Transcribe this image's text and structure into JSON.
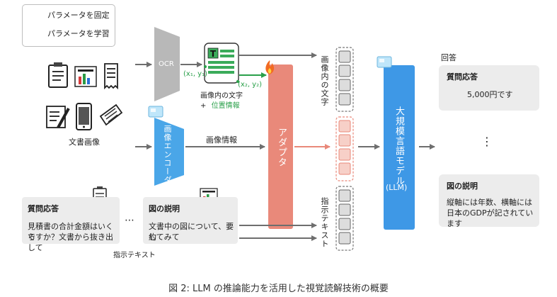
{
  "legend": {
    "frozen_label": "パラメータを固定",
    "trained_label": "パラメータを学習"
  },
  "inputs": {
    "document_images_label": "文書画像"
  },
  "ocr": {
    "label": "OCR",
    "coord1": "(x₁, y₁)",
    "coord2": "(x₂, y₂)",
    "text_label": "画像内の文字",
    "plus": "+",
    "position_label": "位置情報"
  },
  "image_encoder": {
    "label": "画像エンコーダ",
    "output_label": "画像情報"
  },
  "adapter": {
    "label": "アダプタ"
  },
  "token_labels": {
    "image_text": "画像内の文字",
    "instruction_text": "指示テキスト"
  },
  "llm": {
    "label": "大規模言語モデル",
    "abbr": "(LLM)"
  },
  "answers": {
    "header": "回答",
    "qa_title": "質問応答",
    "qa_answer": "5,000円です",
    "ellipsis": "⋮",
    "fig_title": "図の説明",
    "fig_answer_line1": "縦軸には年数、横軸には",
    "fig_answer_line2": "日本のGDPが記されています"
  },
  "prompts": {
    "qa_title": "質問応答",
    "qa_line1": "見積書の合計金額はいくら",
    "qa_line2": "ですか？文書から抜き出して",
    "ellipsis": "⋯",
    "fig_title": "図の説明",
    "fig_line1": "文書中の図について、要約",
    "fig_line2": "してみて",
    "bottom_label": "指示テキスト"
  },
  "caption": "図 2: LLM の推論能力を活用した視覚読解技術の概要",
  "colors": {
    "ocr_gray": "#b8b8b8",
    "encoder_blue": "#4aa6e8",
    "adapter_salmon": "#e9897a",
    "llm_blue": "#3e98e6",
    "arrow_gray": "#6e6e6e",
    "position_green": "#2aa04a",
    "bubble_gray": "#ececec"
  },
  "icons": [
    "ice-cube-icon",
    "flame-icon",
    "clipboard-icon",
    "bar-chart-icon",
    "receipt-icon",
    "pen-document-icon",
    "smartphone-icon",
    "newspaper-icon",
    "ocr-text-icon"
  ]
}
